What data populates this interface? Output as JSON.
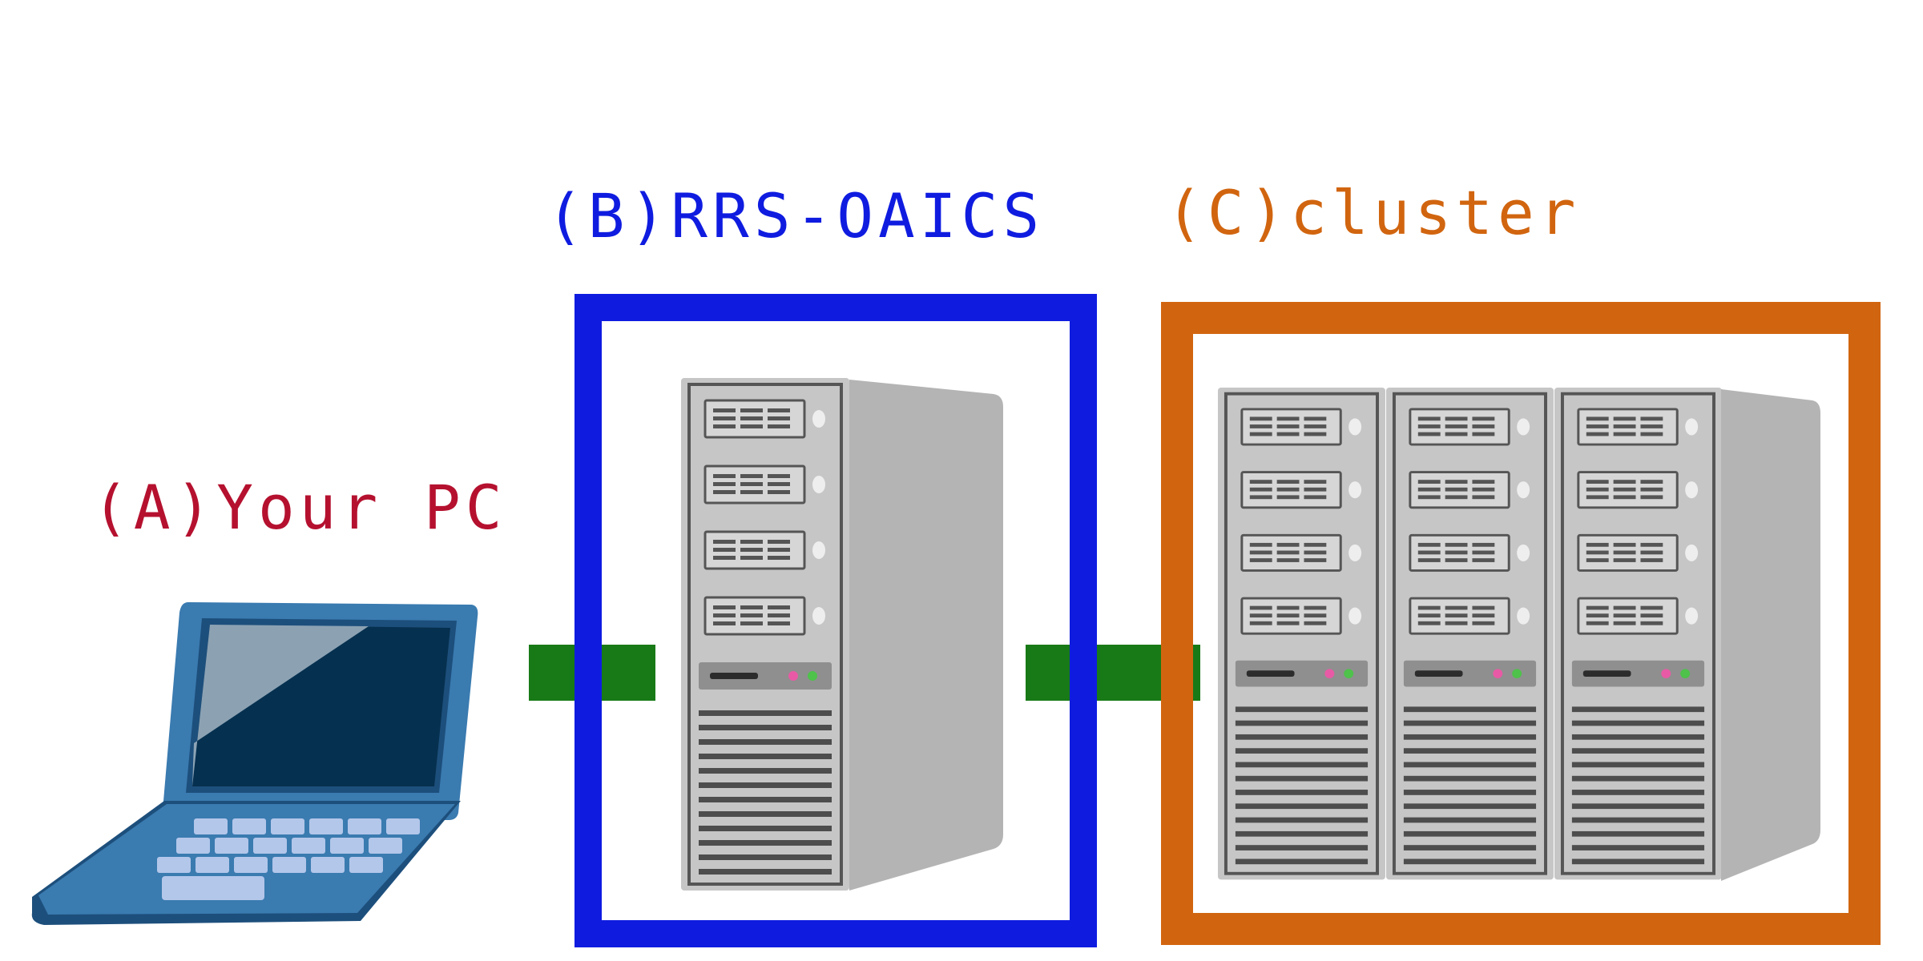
{
  "labels": {
    "a": "(A)Your PC",
    "b": "(B)RRS-OAICS",
    "c": "(C)cluster"
  },
  "colors": {
    "a_text": "#b5112f",
    "b_frame": "#0f1ce0",
    "c_frame": "#d1650f",
    "connector": "#187a16",
    "laptop_body": "#3a7bb0",
    "laptop_dark": "#1d4f7c",
    "laptop_screen": "#06304f",
    "laptop_glare": "#94a9b8",
    "laptop_keys": "#b3c7ea",
    "server_front": "#c6c6c6",
    "server_side": "#b4b4b4",
    "server_line": "#555555",
    "led_pink": "#e85aa5",
    "led_green": "#4ec24a"
  },
  "icons": {
    "pc": "laptop-icon",
    "server": "server-tower-icon",
    "cluster": "server-rack-cluster-icon"
  }
}
